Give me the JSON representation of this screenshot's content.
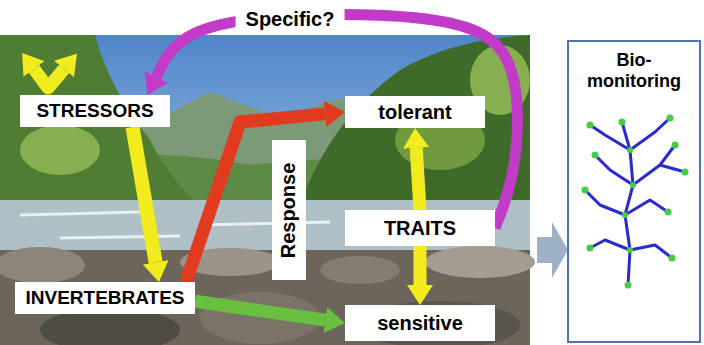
{
  "diagram": {
    "nodes": [
      {
        "text": [
          "STRESSORS"
        ]
      },
      {
        "text": [
          "tolerant"
        ]
      },
      {
        "text": [
          "Response"
        ]
      },
      {
        "text": [
          "TRAITS"
        ]
      },
      {
        "text": [
          "INVERTEBRATES"
        ]
      },
      {
        "text": [
          "sensitive"
        ]
      },
      {
        "text": [
          "Bio- monitoring"
        ]
      }
    ],
    "edges": [
      {
        "from": 0,
        "to": 4,
        "arrow": "to"
      },
      {
        "from": 4,
        "to": 1,
        "arrow": "to"
      },
      {
        "from": 4,
        "to": 5,
        "arrow": "to"
      },
      {
        "from": 3,
        "to": 1,
        "arrow": "to"
      },
      {
        "from": 3,
        "to": 5,
        "arrow": "to"
      },
      {
        "from": 3,
        "to": 0,
        "label": "Specific?",
        "arrow": "to"
      }
    ]
  }
}
